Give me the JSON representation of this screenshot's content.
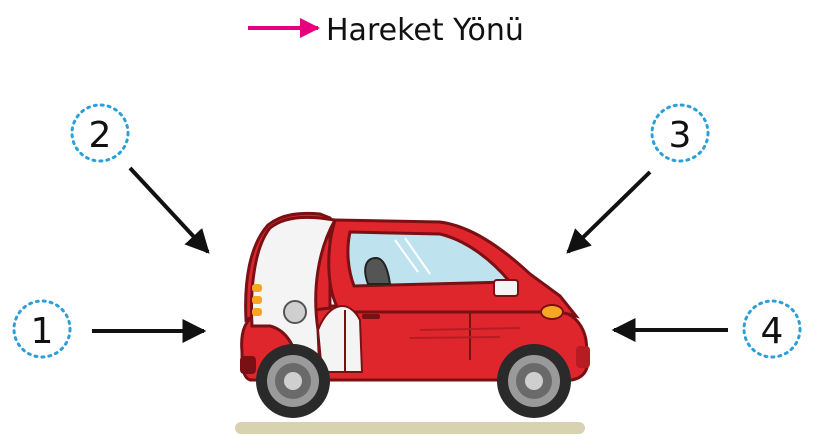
{
  "legend": {
    "label": "Hareket Yönü",
    "arrow_color": "#e6007e"
  },
  "markers": [
    {
      "number": "1",
      "arrow_icon": "arrow-right-icon"
    },
    {
      "number": "2",
      "arrow_icon": "arrow-down-right-icon"
    },
    {
      "number": "3",
      "arrow_icon": "arrow-down-left-icon"
    },
    {
      "number": "4",
      "arrow_icon": "arrow-left-icon"
    }
  ],
  "colors": {
    "marker_ring": "#2a9fd8",
    "arrow": "#111111",
    "car_body": "#e0262d",
    "car_body_shade": "#b81c22",
    "car_white": "#f4f4f4",
    "window": "#bfe3ee",
    "tire": "#2a2a2a",
    "ground": "#d9d2b0",
    "headlight": "#f5a623"
  }
}
